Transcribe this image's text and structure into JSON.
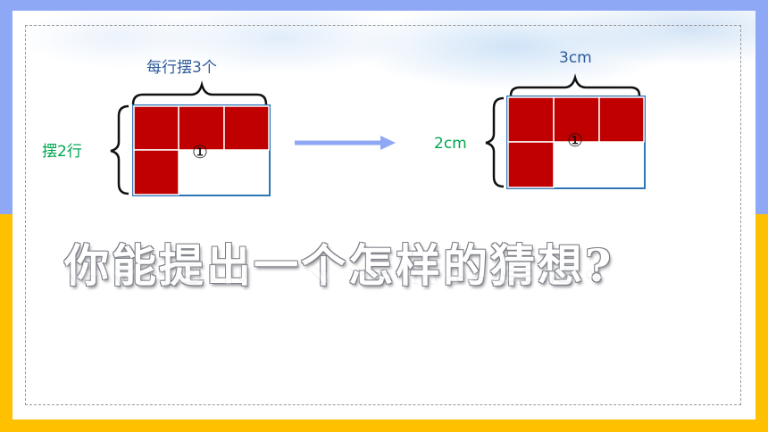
{
  "slide": {
    "left_figure": {
      "top_label": "每行摆3个",
      "side_label": "摆2行",
      "marker": "①"
    },
    "right_figure": {
      "top_label": "3cm",
      "side_label": "2cm",
      "marker": "①"
    },
    "question": "你能提出一个怎样的猜想?"
  },
  "colors": {
    "square_fill": "#c00000",
    "rect_border": "#2e75b6",
    "arrow": "#8fa8f5",
    "label_blue": "#2e5b9a",
    "label_green": "#00a650",
    "band_top": "#8fa8f5",
    "band_bottom": "#ffc000"
  }
}
